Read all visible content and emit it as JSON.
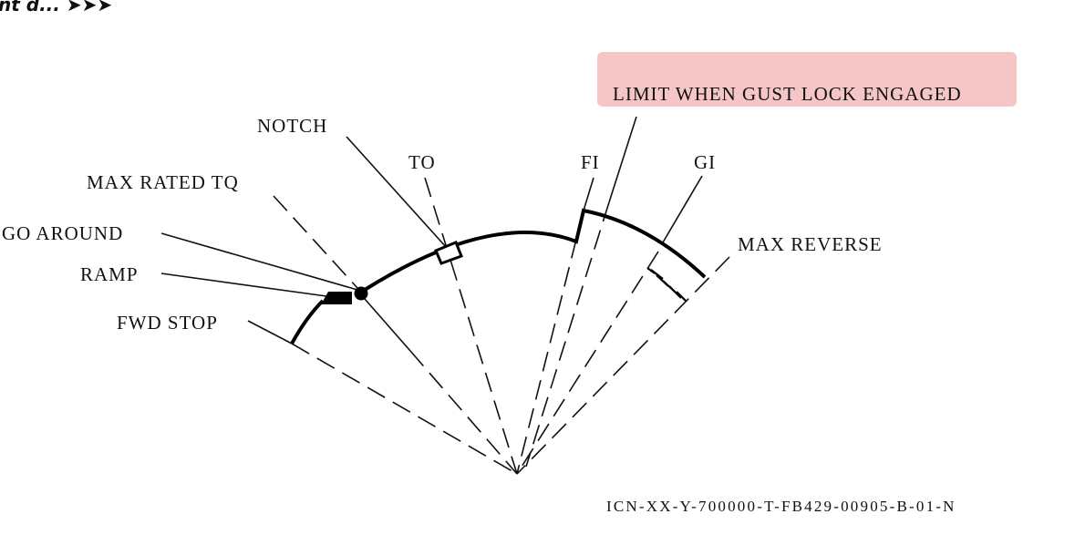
{
  "continuation": "nt d... ➤➤➤",
  "labels": {
    "notch": "NOTCH",
    "max_rated_tq": "MAX RATED TQ",
    "go_around": "GO AROUND",
    "ramp": "RAMP",
    "fwd_stop": "FWD STOP",
    "to": "TO",
    "fi": "FI",
    "gi": "GI",
    "max_reverse": "MAX REVERSE",
    "gust_lock": "LIMIT WHEN GUST LOCK ENGAGED"
  },
  "highlight_color": "#f4bcbc",
  "figure_id": "ICN-XX-Y-700000-T-FB429-00905-B-01-N"
}
